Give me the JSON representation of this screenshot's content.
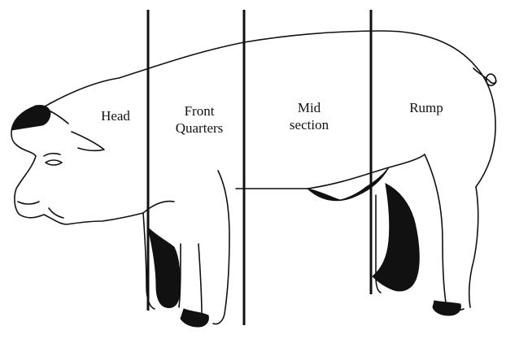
{
  "diagram": {
    "regions": [
      {
        "key": "head",
        "lines": [
          "Head"
        ]
      },
      {
        "key": "front_quarters",
        "lines": [
          "Front",
          "Quarters"
        ]
      },
      {
        "key": "mid_section",
        "lines": [
          "Mid",
          "section"
        ]
      },
      {
        "key": "rump",
        "lines": [
          "Rump"
        ]
      }
    ]
  },
  "colors": {
    "ink": "#111111",
    "fill_dark": "#111111",
    "background": "#ffffff"
  }
}
